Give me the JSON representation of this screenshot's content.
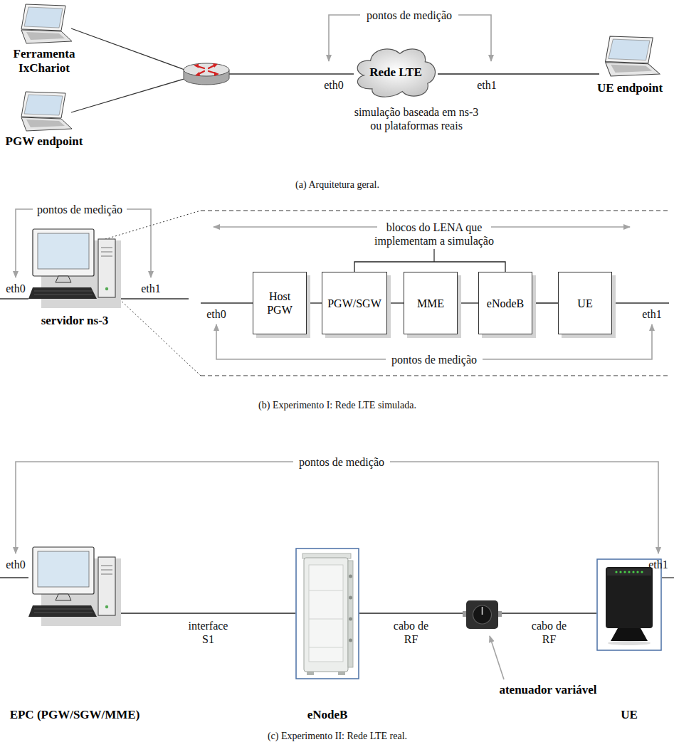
{
  "diagram": {
    "nodes": [
      {
        "text": [
          "Ferramenta IxChariot"
        ]
      },
      {
        "text": [
          "PGW endpoint"
        ]
      },
      {
        "text": [
          "Rede LTE"
        ]
      },
      {
        "text": [
          "UE endpoint"
        ]
      },
      {
        "text": [
          "servidor ns-3"
        ]
      },
      {
        "text": [
          "Host PGW"
        ]
      },
      {
        "text": [
          "PGW/SGW"
        ]
      },
      {
        "text": [
          "MME"
        ]
      },
      {
        "text": [
          "eNodeB"
        ]
      },
      {
        "text": [
          "UE"
        ]
      },
      {
        "text": [
          "EPC (PGW/SGW/MME)"
        ]
      },
      {
        "text": [
          "eNodeB"
        ]
      },
      {
        "text": [
          "atenuador variável"
        ]
      },
      {
        "text": [
          "UE"
        ]
      }
    ],
    "edges": [
      {
        "from": 2,
        "to": 3,
        "arrow": "none"
      },
      {
        "from": 5,
        "to": 6,
        "arrow": "none"
      },
      {
        "from": 6,
        "to": 7,
        "arrow": "none"
      },
      {
        "from": 7,
        "to": 8,
        "arrow": "none"
      },
      {
        "from": 8,
        "to": 9,
        "arrow": "none"
      },
      {
        "from": 6,
        "to": 8,
        "arrow": "none"
      },
      {
        "from": 10,
        "to": 11,
        "label": "interface S1",
        "arrow": "none"
      },
      {
        "from": 11,
        "to": 12,
        "label": "cabo de RF",
        "arrow": "none"
      },
      {
        "from": 12,
        "to": 13,
        "label": "cabo de RF",
        "arrow": "none"
      }
    ],
    "labels": [
      "pontos de medição",
      "eth0",
      "eth1",
      "simulação baseada em ns-3 ou plataformas reais",
      "(a) Arquitetura geral.",
      "pontos de medição",
      "eth0",
      "eth1",
      "blocos do LENA que implementam a simulação",
      "eth0",
      "eth1",
      "pontos de medição",
      "(b) Experimento I: Rede LTE simulada.",
      "pontos de medição",
      "eth0",
      "eth1",
      "(c) Experimento II: Rede LTE real."
    ]
  }
}
